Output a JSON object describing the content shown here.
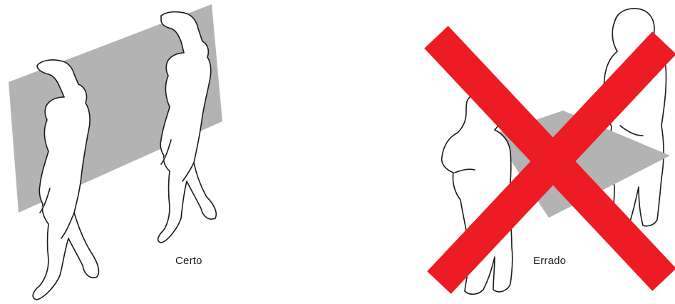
{
  "correct": {
    "label": "Certo",
    "panel_color": "#b3b3b3"
  },
  "wrong": {
    "label": "Errado",
    "panel_color": "#b3b3b3",
    "cross_color": "#ed1c24",
    "cross_icon": "x-mark"
  }
}
